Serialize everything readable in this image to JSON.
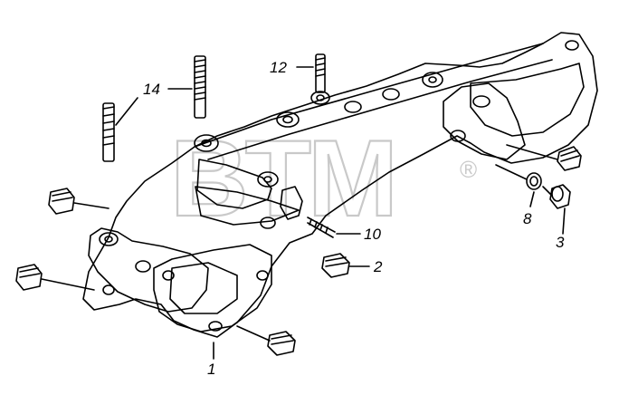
{
  "watermark": {
    "text": "BTM",
    "symbol": "®",
    "color": "#c9c9c9"
  },
  "colors": {
    "line": "#000000",
    "background": "#ffffff"
  },
  "callouts": [
    {
      "id": "1",
      "label": "1"
    },
    {
      "id": "2",
      "label": "2"
    },
    {
      "id": "3",
      "label": "3"
    },
    {
      "id": "8",
      "label": "8"
    },
    {
      "id": "10",
      "label": "10"
    },
    {
      "id": "12",
      "label": "12"
    },
    {
      "id": "14",
      "label": "14"
    }
  ]
}
